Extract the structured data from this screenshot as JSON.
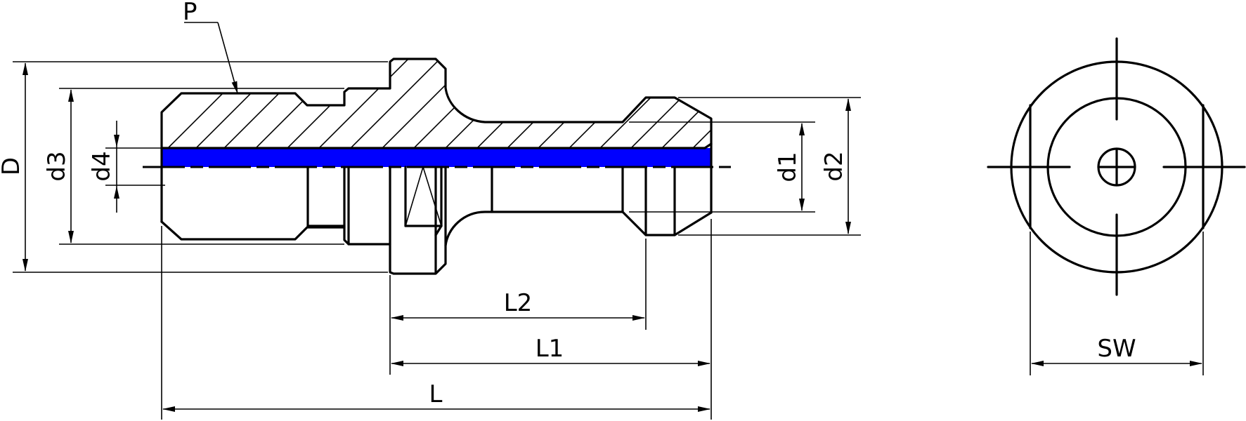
{
  "colors": {
    "line": "#000000",
    "bore_fill": "#0000ff",
    "background": "#ffffff"
  },
  "labels": {
    "P": "P",
    "D": "D",
    "d3": "d3",
    "d4": "d4",
    "d1": "d1",
    "d2": "d2",
    "L": "L",
    "L1": "L1",
    "L2": "L2",
    "SW": "SW"
  }
}
